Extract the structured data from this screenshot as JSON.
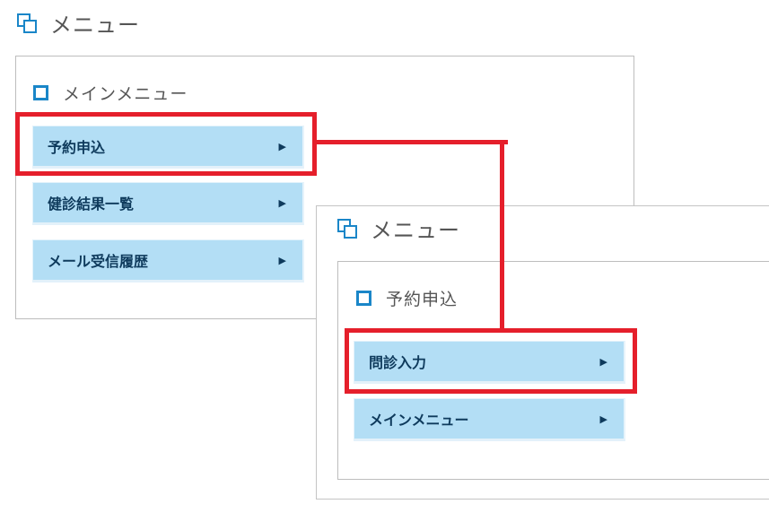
{
  "main_window": {
    "title": "メニュー",
    "title_icon": "menu-windows-icon",
    "panel": {
      "heading": "メインメニュー",
      "heading_icon": "square-icon",
      "buttons": [
        {
          "label": "予約申込",
          "icon": "triangle-right-icon"
        },
        {
          "label": "健診結果一覧",
          "icon": "triangle-right-icon"
        },
        {
          "label": "メール受信履歴",
          "icon": "triangle-right-icon"
        }
      ]
    }
  },
  "sub_window": {
    "title": "メニュー",
    "title_icon": "menu-windows-icon",
    "panel": {
      "heading": "予約申込",
      "heading_icon": "square-icon",
      "buttons": [
        {
          "label": "問診入力",
          "icon": "triangle-right-icon"
        },
        {
          "label": "メインメニュー",
          "icon": "triangle-right-icon"
        }
      ]
    }
  },
  "annotation": {
    "highlight_color": "#e51f2b"
  },
  "colors": {
    "button_bg": "#b3def5",
    "button_text": "#0e3a5c",
    "accent_blue": "#1a86c8",
    "title_text": "#555555"
  },
  "glyphs": {
    "arrow": "▶"
  }
}
